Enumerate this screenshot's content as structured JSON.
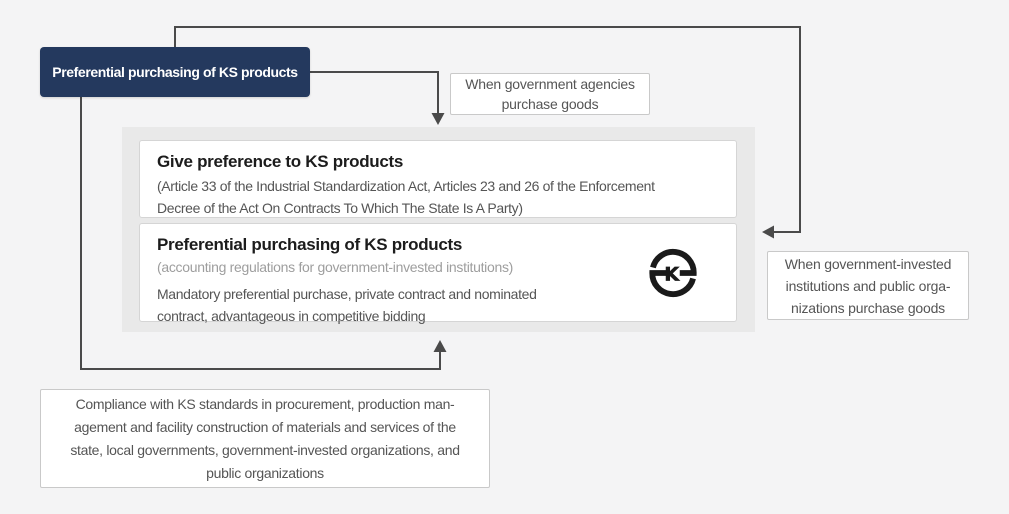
{
  "header": {
    "label": "Preferential purchasing of KS products"
  },
  "notes": {
    "agencies": "When government agencies\npurchase goods",
    "invested": "When government-invested\ninstitutions and public orga-\nnizations purchase goods",
    "compliance": "Compliance with KS standards in procurement, production man-\nagement and facility construction of materials and services of the\nstate, local governments, government-invested organizations, and\npublic organizations"
  },
  "panel": {
    "cards": [
      {
        "title": "Give preference to KS products",
        "body": "(Article 33 of the Industrial Standardization Act, Articles 23 and 26 of the Enforcement\nDecree of the Act On Contracts To Which The State Is A Party)"
      },
      {
        "title": "Preferential purchasing of KS products",
        "subtitle": "(accounting regulations for government-invested institutions)",
        "body": "Mandatory preferential purchase, private contract and nominated\ncontract, advantageous in competitive bidding"
      }
    ]
  },
  "ks": {
    "letter": "K"
  },
  "colors": {
    "accent_navy": "#24395e",
    "connector_gray": "#4a4a4a",
    "panel_gray": "#e9e9e9",
    "background": "#f4f4f5",
    "text_dark": "#1c1c1c",
    "text_body": "#555555",
    "text_muted": "#9e9e9e"
  }
}
